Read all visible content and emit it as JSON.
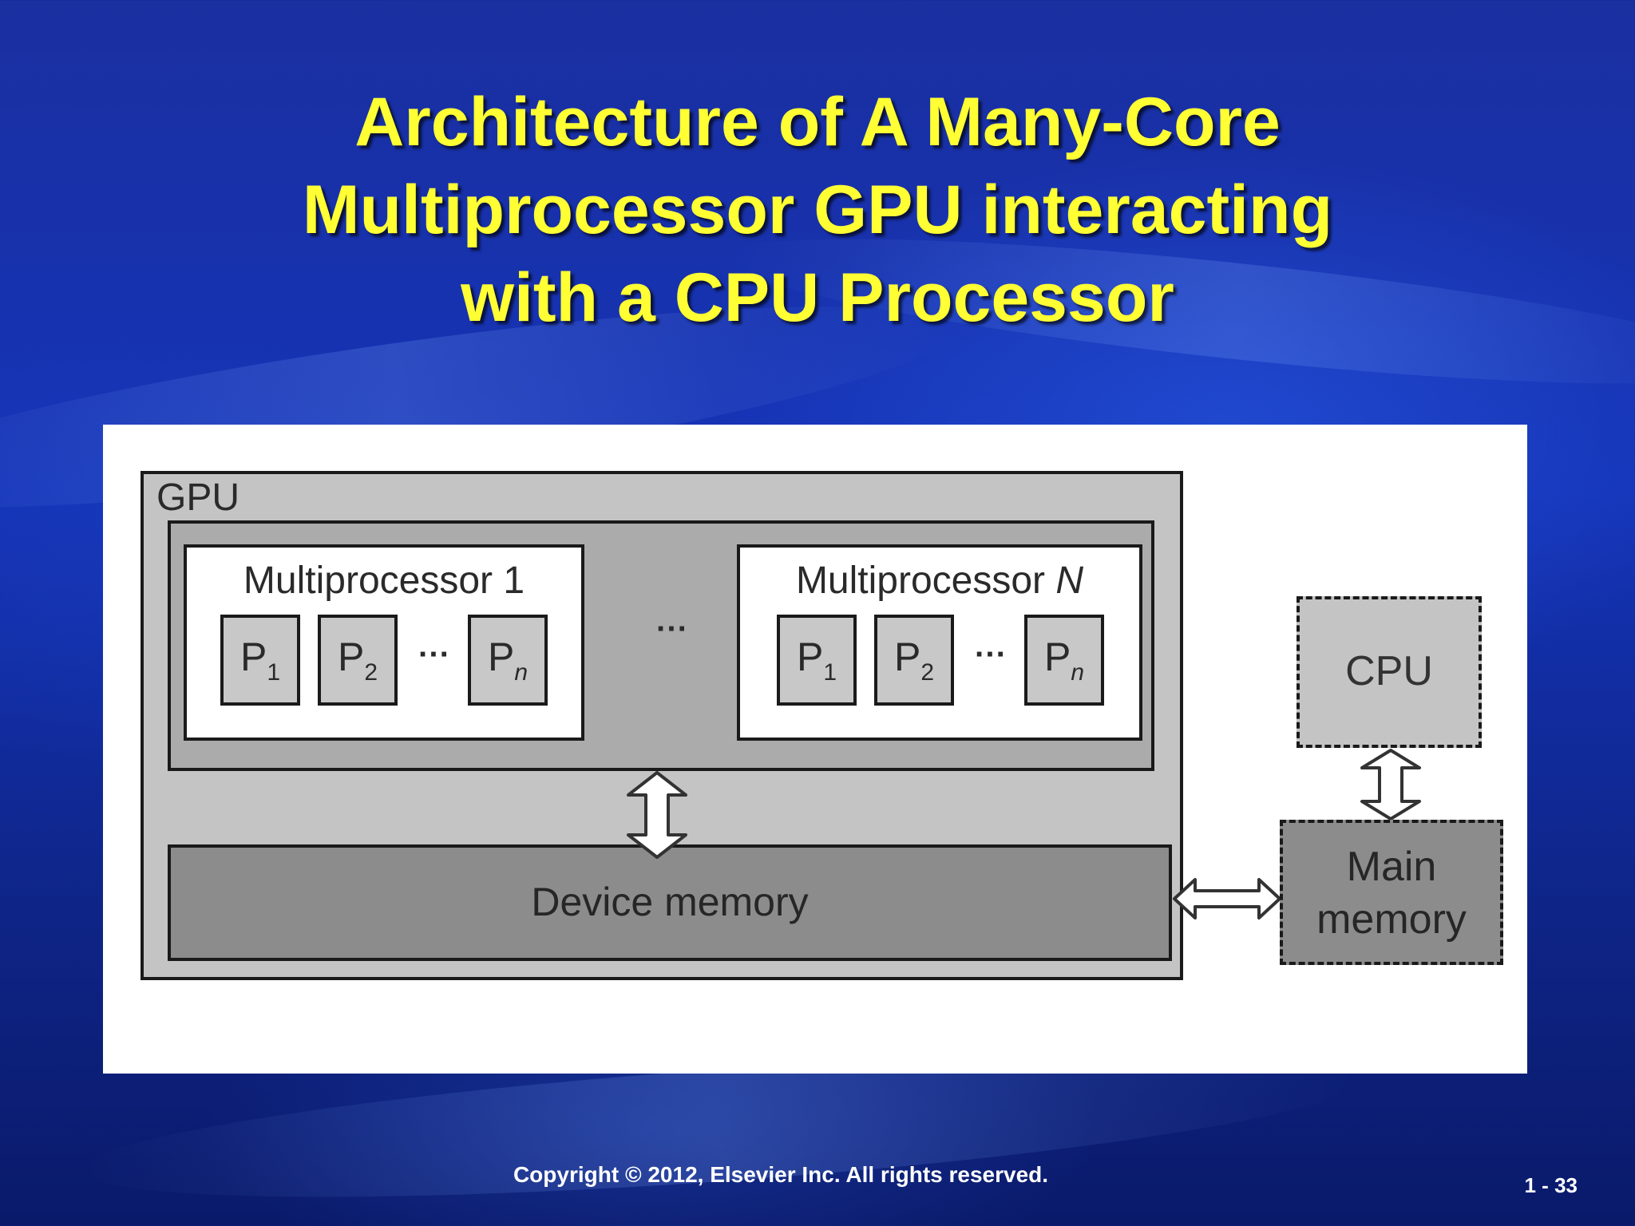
{
  "slide": {
    "title_lines": [
      "Architecture of A Many-Core",
      "Multiprocessor GPU interacting",
      "with a CPU Processor"
    ],
    "copyright": "Copyright © 2012, Elsevier Inc. All rights reserved.",
    "slide_number": "1 - 33"
  },
  "diagram": {
    "gpu_label": "GPU",
    "multiprocessors": [
      {
        "title_text": "Multiprocessor ",
        "title_index": "1",
        "processors": [
          {
            "base": "P",
            "sub": "1"
          },
          {
            "base": "P",
            "sub": "2"
          },
          {
            "base": "P",
            "sub": "n"
          }
        ],
        "ellipsis": "···"
      },
      {
        "title_text": "Multiprocessor ",
        "title_index": "N",
        "processors": [
          {
            "base": "P",
            "sub": "1"
          },
          {
            "base": "P",
            "sub": "2"
          },
          {
            "base": "P",
            "sub": "n"
          }
        ],
        "ellipsis": "···"
      }
    ],
    "between_multiprocessors": "···",
    "device_memory": "Device memory",
    "cpu": "CPU",
    "main_memory_lines": [
      "Main",
      "memory"
    ]
  },
  "colors": {
    "title": "#ffff33",
    "background": "#1534b8",
    "gpu_fill": "#c4c4c4",
    "memory_fill": "#8c8c8c"
  }
}
